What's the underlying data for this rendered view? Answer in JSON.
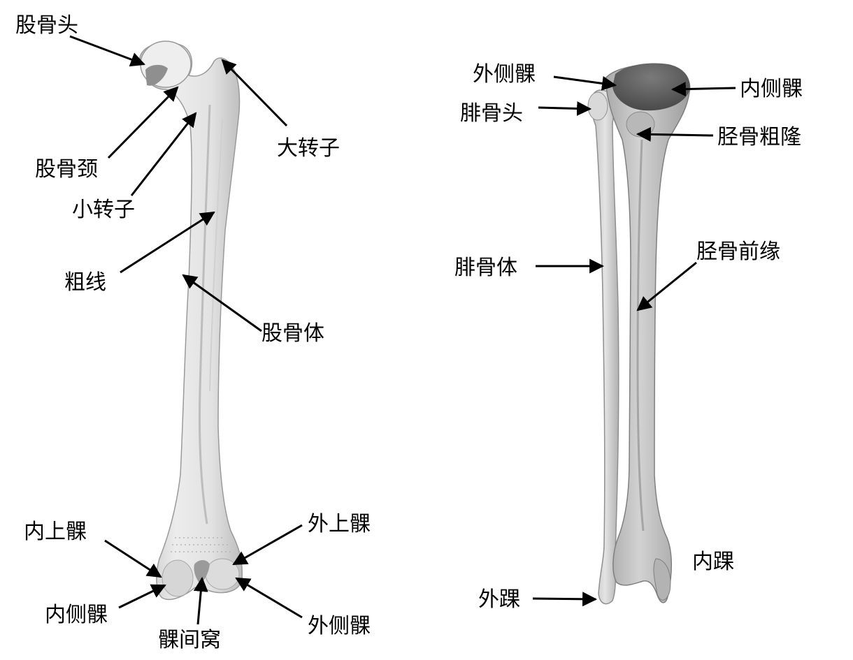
{
  "femur": {
    "labels": {
      "head": "股骨头",
      "neck": "股骨颈",
      "greater_trochanter": "大转子",
      "lesser_trochanter": "小转子",
      "linea_aspera": "粗线",
      "shaft": "股骨体",
      "medial_epicondyle": "内上髁",
      "lateral_epicondyle": "外上髁",
      "medial_condyle": "内侧髁",
      "lateral_condyle": "外侧髁",
      "intercondylar_fossa": "髁间窝"
    }
  },
  "tibia_fibula": {
    "labels": {
      "lateral_condyle": "外侧髁",
      "medial_condyle": "内侧髁",
      "fibula_head": "腓骨头",
      "tibial_tuberosity": "胫骨粗隆",
      "anterior_border": "胫骨前缘",
      "fibula_shaft": "腓骨体",
      "medial_malleolus": "内踝",
      "lateral_malleolus": "外踝"
    }
  },
  "colors": {
    "femur_bone": "#e6e6e6",
    "femur_shade": "#c8c8c8",
    "tibia_bone": "#c9c9c9",
    "tibia_dark": "#5f5f5f",
    "fibula_bone": "#dadada",
    "label": "#000000"
  }
}
